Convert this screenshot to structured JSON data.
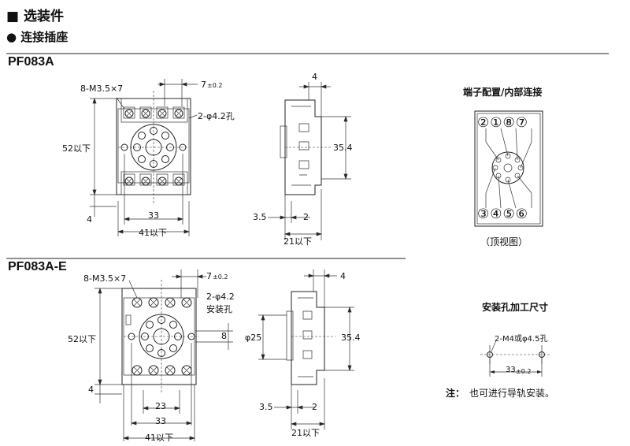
{
  "section_title": "■ 选装件",
  "subsection_title": "● 连接插座",
  "models": [
    {
      "name": "PF083A",
      "labels": {
        "screws": "8-M3.5×7",
        "pitch": "7",
        "pitch_tol": "±0.2",
        "holes": "2-φ4.2孔",
        "height": "52以下",
        "bottom": "4",
        "width_inner": "33",
        "width_outer": "41以下",
        "side_top": "4",
        "side_height": "35.4",
        "side_left": "3.5",
        "side_right": "2",
        "side_depth": "21以下"
      }
    },
    {
      "name": "PF083A-E",
      "labels": {
        "screws": "8-M3.5×7",
        "pitch": "7",
        "pitch_tol": "±0.2",
        "holes": "2-φ4.2",
        "holes2": "安装孔",
        "height": "52以下",
        "right": "8",
        "bottom": "4",
        "width_23": "23",
        "width_inner": "33",
        "width_outer": "41以下",
        "side_top": "4",
        "side_dia": "φ25",
        "side_height": "35.4",
        "side_left": "3.5",
        "side_right": "2",
        "side_depth": "21以下"
      }
    }
  ],
  "terminal_diagram": {
    "title": "端子配置/内部连接",
    "top_pins": [
      "②",
      "①",
      "⑧",
      "⑦"
    ],
    "bottom_pins": [
      "③",
      "④",
      "⑤",
      "⑥"
    ],
    "caption": "（顶视图）"
  },
  "mounting": {
    "title": "安装孔加工尺寸",
    "holes": "2-M4或φ4.5孔",
    "pitch": "33",
    "pitch_tol": "±0.2"
  },
  "note": {
    "label": "注：",
    "text": "也可进行导轨安装。"
  }
}
